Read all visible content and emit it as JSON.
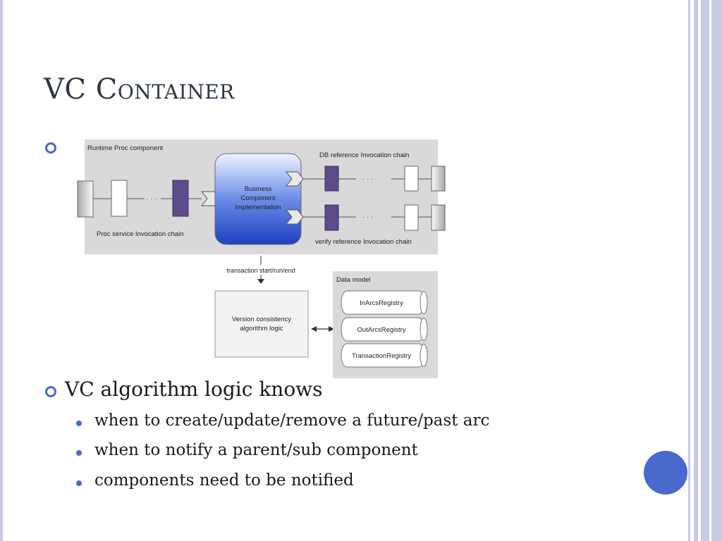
{
  "slide": {
    "title_lead": "VC C",
    "title_rest": "ontainer"
  },
  "diagram": {
    "runtime_label": "Runtime Proc component",
    "business_line1": "Business",
    "business_line2": "Component",
    "business_line3": "Implementation",
    "db_ref_label": "DB reference  Invocation chain",
    "verify_ref_label": "verify reference  Invocation chain",
    "proc_service_label": "Proc service  Invocation chain",
    "ellipsis": "· · ·",
    "transaction_label": "transaction start/run/end",
    "version_line1": "Version consistency",
    "version_line2": "algorithm logic",
    "data_model_label": "Data model",
    "registries": [
      "InArcsRegistry",
      "OutArcsRegistry",
      "TransactionRegistry"
    ]
  },
  "bullets": {
    "main": "VC algorithm logic knows",
    "items": [
      "when to create/update/remove a future/past arc",
      "when to notify a parent/sub component",
      "components need to be notified"
    ]
  },
  "colors": {
    "accent": "#4a69cc",
    "title": "#2e3548",
    "stripe": "#c6cbe6",
    "diagram_bg": "#d9d9d9",
    "purple_block": "#5e4b8a"
  }
}
